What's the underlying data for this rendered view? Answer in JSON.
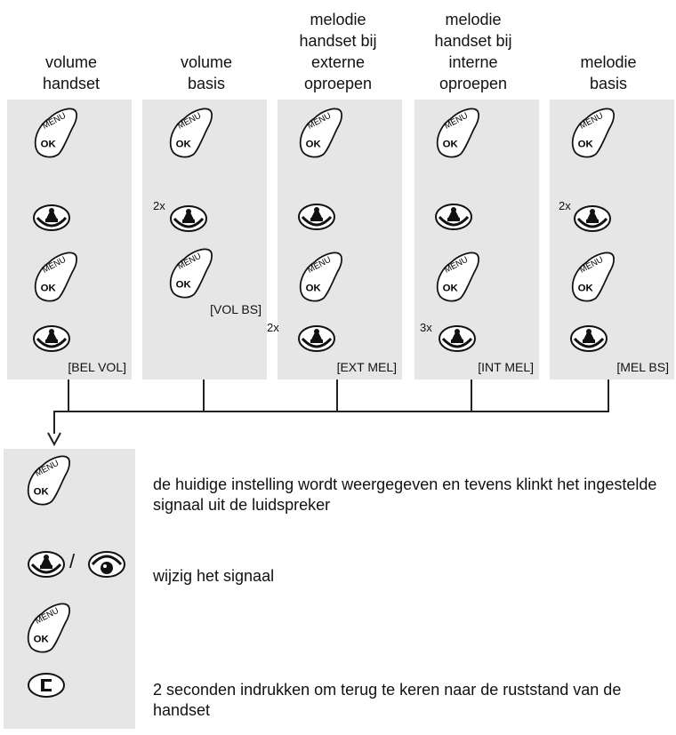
{
  "columns": [
    {
      "id": "volume-handset",
      "header": [
        "volume",
        "handset"
      ],
      "steps": [
        "menu-ok",
        "nav-up",
        "menu-ok",
        "nav-up"
      ],
      "multipliers": [
        "",
        "",
        "",
        ""
      ],
      "code": "[BEL VOL]"
    },
    {
      "id": "volume-basis",
      "header": [
        "volume",
        "basis"
      ],
      "steps": [
        "menu-ok",
        "nav-up",
        "menu-ok"
      ],
      "multipliers": [
        "",
        "2x",
        ""
      ],
      "code": "[VOL BS]"
    },
    {
      "id": "melodie-extern",
      "header": [
        "melodie",
        "handset bij",
        "externe",
        "oproepen"
      ],
      "steps": [
        "menu-ok",
        "nav-up",
        "menu-ok",
        "nav-up"
      ],
      "multipliers": [
        "",
        "",
        "",
        "2x"
      ],
      "code": "[EXT MEL]"
    },
    {
      "id": "melodie-intern",
      "header": [
        "melodie",
        "handset bij",
        "interne",
        "oproepen"
      ],
      "steps": [
        "menu-ok",
        "nav-up",
        "menu-ok",
        "nav-up"
      ],
      "multipliers": [
        "",
        "",
        "",
        "3x"
      ],
      "code": "[INT MEL]"
    },
    {
      "id": "melodie-basis",
      "header": [
        "melodie",
        "basis"
      ],
      "steps": [
        "menu-ok",
        "nav-up",
        "menu-ok",
        "nav-up"
      ],
      "multipliers": [
        "",
        "2x",
        "",
        ""
      ],
      "code": "[MEL BS]"
    }
  ],
  "key_labels": {
    "menu": "MENU",
    "ok": "OK"
  },
  "bottom_steps": [
    {
      "keys": [
        "menu-ok"
      ],
      "text": "de huidige instelling wordt weergegeven en tevens klinkt het ingestelde signaal uit de luidspreker"
    },
    {
      "keys": [
        "nav-up",
        "nav-down"
      ],
      "separator": "/",
      "text": "wijzig het signaal"
    },
    {
      "keys": [
        "menu-ok"
      ],
      "text": ""
    },
    {
      "keys": [
        "clear"
      ],
      "text": "2 seconden indrukken om terug te keren naar de ruststand van de handset"
    }
  ]
}
